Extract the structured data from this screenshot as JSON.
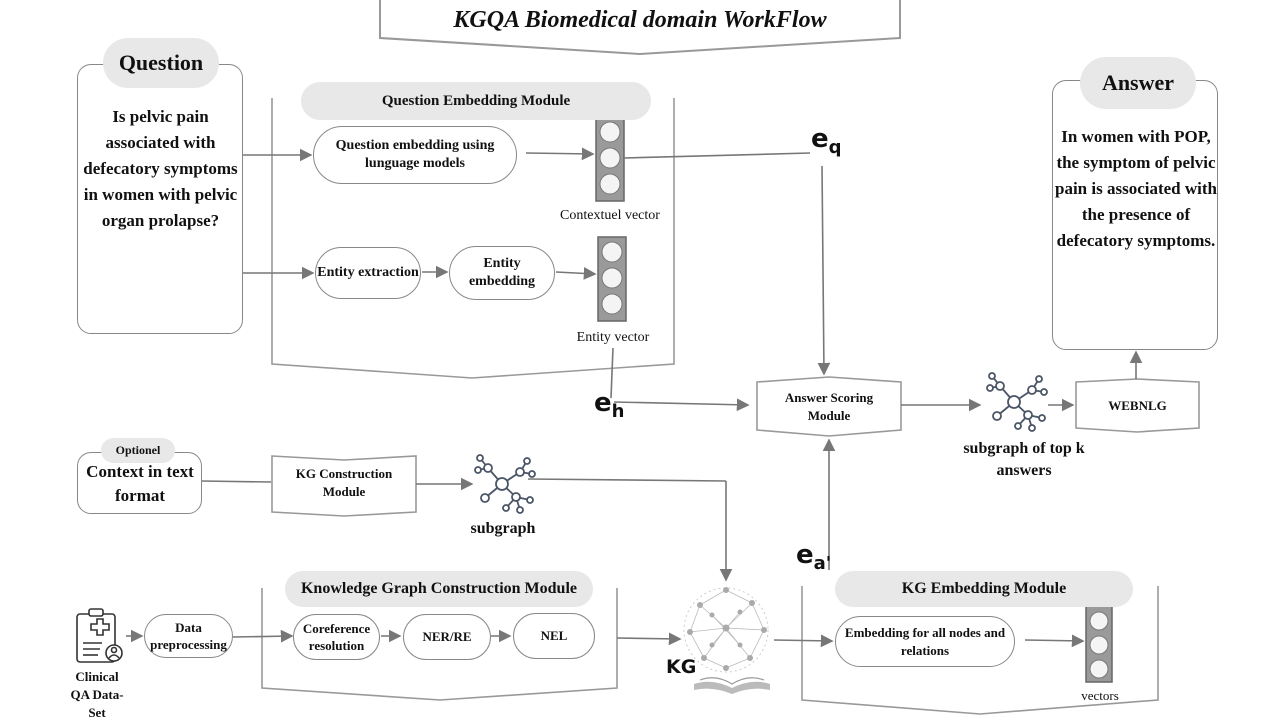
{
  "title": "KGQA Biomedical domain WorkFlow",
  "question": {
    "header": "Question",
    "text": "Is pelvic pain associated with defecatory symptoms in women with pelvic organ prolapse?"
  },
  "answer": {
    "header": "Answer",
    "text": "In women with POP, the symptom of pelvic pain is associated with the presence of defecatory symptoms."
  },
  "question_embedding_module": {
    "title": "Question Embedding Module",
    "lm_step": "Question embedding using lunguage models",
    "contextual_vector": "Contextuel vector",
    "entity_extraction": "Entity extraction",
    "entity_embedding": "Entity embedding",
    "entity_vector": "Entity vector"
  },
  "symbols": {
    "eq_base": "e",
    "eq_sub": "q",
    "eh_base": "e",
    "eh_sub": "h",
    "ea_base": "e",
    "ea_sub": "a'"
  },
  "answer_scoring": "Answer Scoring Module",
  "webnlg": "WEBNLG",
  "subgraph_top_k": "subgraph of top k answers",
  "context": {
    "optional_tag": "Optionel",
    "text": "Context in text format"
  },
  "kg_construction_module_small": "KG Construction Module",
  "subgraph_label": "subgraph",
  "kg_label": "KG",
  "kg_construction": {
    "title": "Knowledge Graph Construction Module",
    "coreference": "Coreference resolution",
    "ner_re": "NER/RE",
    "nel": "NEL"
  },
  "dataset": {
    "preprocessing": "Data preprocessing",
    "label": "Clinical QA Data-Set"
  },
  "kg_embedding": {
    "title": "KG Embedding Module",
    "step": "Embedding for all nodes and relations",
    "vectors": "vectors"
  },
  "colors": {
    "line": "#777777",
    "tab_fill": "#e8e8e8",
    "vector_fill": "#9a9a9a"
  }
}
